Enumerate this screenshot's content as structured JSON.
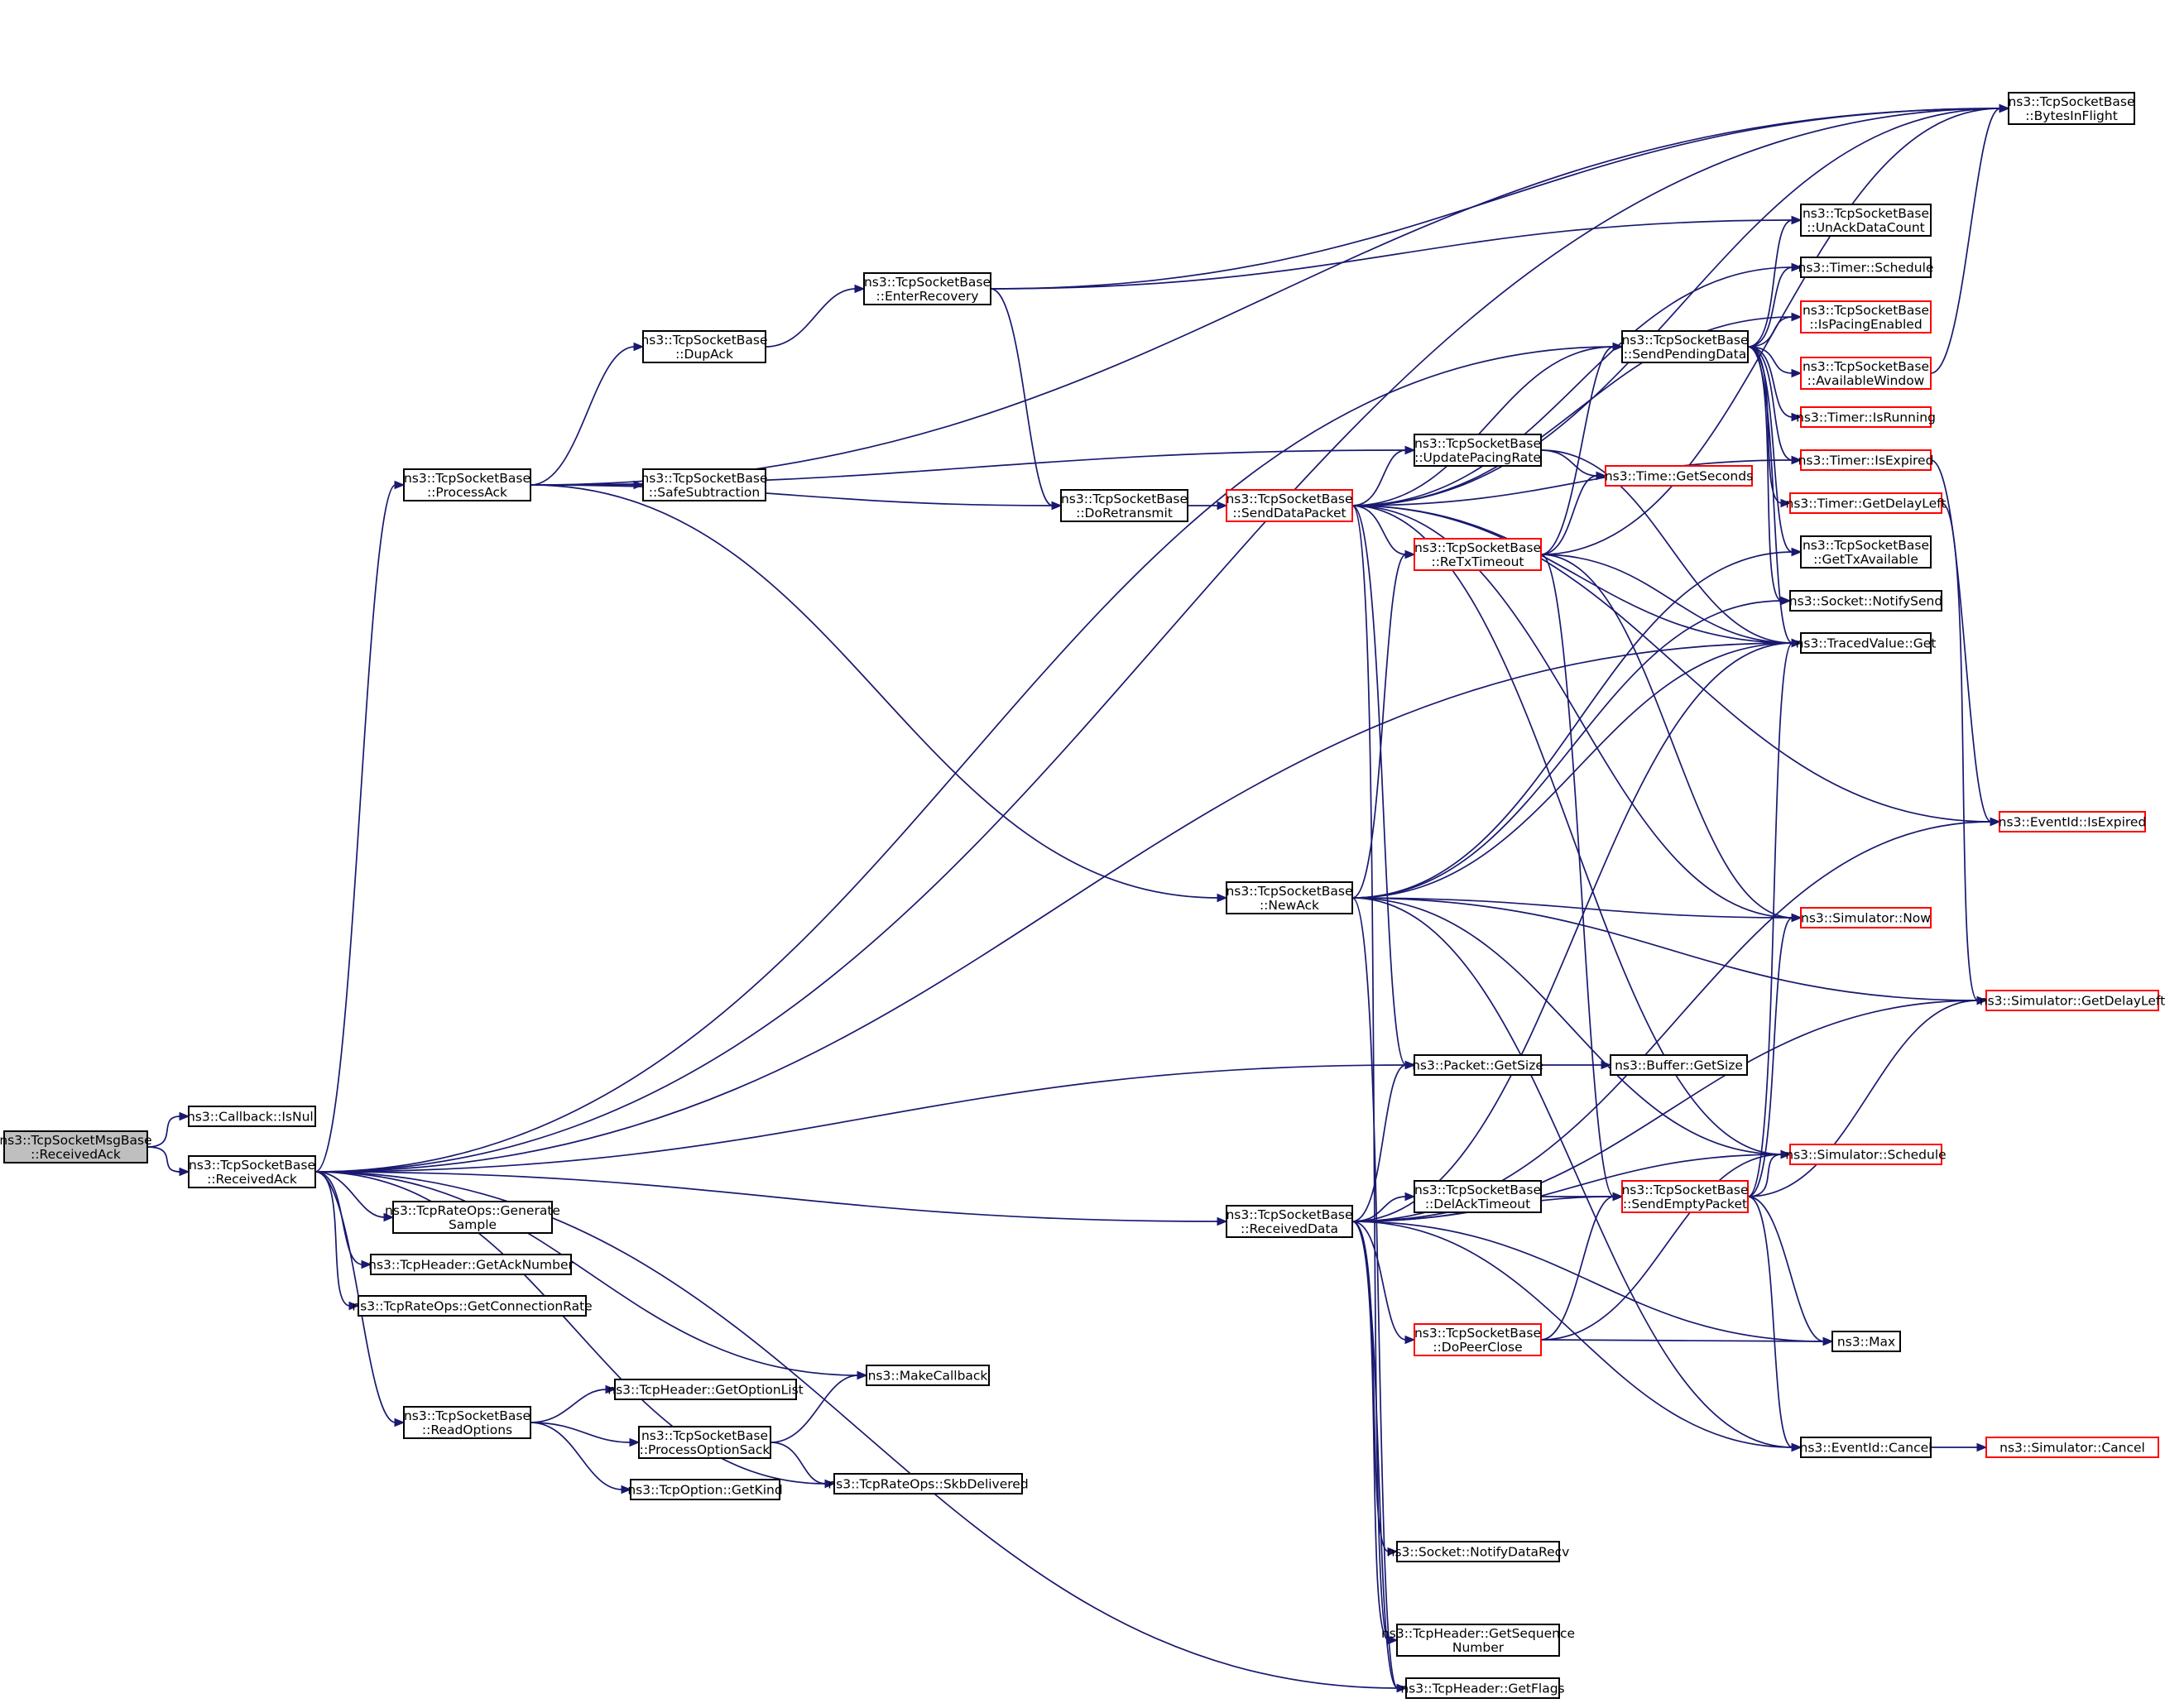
{
  "colors": {
    "edge": "#191970",
    "node_border_normal": "#000000",
    "node_border_truncated": "#ff0000",
    "root_fill": "#bfbfbf",
    "node_fill": "#ffffff"
  },
  "nodes": [
    {
      "id": "root",
      "lines": [
        "ns3::TcpSocketMsgBase",
        "::ReceivedAck"
      ],
      "style": "root"
    },
    {
      "id": "isnull",
      "lines": [
        "ns3::Callback::IsNull"
      ],
      "style": "normal"
    },
    {
      "id": "receivedack",
      "lines": [
        "ns3::TcpSocketBase",
        "::ReceivedAck"
      ],
      "style": "normal"
    },
    {
      "id": "processack",
      "lines": [
        "ns3::TcpSocketBase",
        "::ProcessAck"
      ],
      "style": "normal"
    },
    {
      "id": "dupack",
      "lines": [
        "ns3::TcpSocketBase",
        "::DupAck"
      ],
      "style": "normal"
    },
    {
      "id": "enterrecovery",
      "lines": [
        "ns3::TcpSocketBase",
        "::EnterRecovery"
      ],
      "style": "normal"
    },
    {
      "id": "safesub",
      "lines": [
        "ns3::TcpSocketBase",
        "::SafeSubtraction"
      ],
      "style": "normal"
    },
    {
      "id": "doretransmit",
      "lines": [
        "ns3::TcpSocketBase",
        "::DoRetransmit"
      ],
      "style": "normal"
    },
    {
      "id": "senddatapacket",
      "lines": [
        "ns3::TcpSocketBase",
        "::SendDataPacket"
      ],
      "style": "truncated"
    },
    {
      "id": "sendpending",
      "lines": [
        "ns3::TcpSocketBase",
        "::SendPendingData"
      ],
      "style": "normal"
    },
    {
      "id": "updatepacing",
      "lines": [
        "ns3::TcpSocketBase",
        "::UpdatePacingRate"
      ],
      "style": "normal"
    },
    {
      "id": "timegetseconds",
      "lines": [
        "ns3::Time::GetSeconds"
      ],
      "style": "truncated"
    },
    {
      "id": "retxtimeout",
      "lines": [
        "ns3::TcpSocketBase",
        "::ReTxTimeout"
      ],
      "style": "truncated"
    },
    {
      "id": "bytesinflight",
      "lines": [
        "ns3::TcpSocketBase",
        "::BytesInFlight"
      ],
      "style": "normal"
    },
    {
      "id": "unackdata",
      "lines": [
        "ns3::TcpSocketBase",
        "::UnAckDataCount"
      ],
      "style": "normal"
    },
    {
      "id": "timerschedule",
      "lines": [
        "ns3::Timer::Schedule"
      ],
      "style": "normal"
    },
    {
      "id": "ispacing",
      "lines": [
        "ns3::TcpSocketBase",
        "::IsPacingEnabled"
      ],
      "style": "truncated"
    },
    {
      "id": "availwindow",
      "lines": [
        "ns3::TcpSocketBase",
        "::AvailableWindow"
      ],
      "style": "truncated"
    },
    {
      "id": "timerisrunning",
      "lines": [
        "ns3::Timer::IsRunning"
      ],
      "style": "truncated"
    },
    {
      "id": "timerisexpired",
      "lines": [
        "ns3::Timer::IsExpired"
      ],
      "style": "truncated"
    },
    {
      "id": "timergetdelay",
      "lines": [
        "ns3::Timer::GetDelayLeft"
      ],
      "style": "truncated"
    },
    {
      "id": "gettxavail",
      "lines": [
        "ns3::TcpSocketBase",
        "::GetTxAvailable"
      ],
      "style": "normal"
    },
    {
      "id": "notifysend",
      "lines": [
        "ns3::Socket::NotifySend"
      ],
      "style": "normal"
    },
    {
      "id": "tracedget",
      "lines": [
        "ns3::TracedValue::Get"
      ],
      "style": "normal"
    },
    {
      "id": "eventisexpired",
      "lines": [
        "ns3::EventId::IsExpired"
      ],
      "style": "truncated"
    },
    {
      "id": "newack",
      "lines": [
        "ns3::TcpSocketBase",
        "::NewAck"
      ],
      "style": "normal"
    },
    {
      "id": "simnow",
      "lines": [
        "ns3::Simulator::Now"
      ],
      "style": "truncated"
    },
    {
      "id": "simgetdelay",
      "lines": [
        "ns3::Simulator::GetDelayLeft"
      ],
      "style": "truncated"
    },
    {
      "id": "packetgetsize",
      "lines": [
        "ns3::Packet::GetSize"
      ],
      "style": "normal"
    },
    {
      "id": "buffergetsize",
      "lines": [
        "ns3::Buffer::GetSize"
      ],
      "style": "normal"
    },
    {
      "id": "simschedule",
      "lines": [
        "ns3::Simulator::Schedule"
      ],
      "style": "truncated"
    },
    {
      "id": "receiveddata",
      "lines": [
        "ns3::TcpSocketBase",
        "::ReceivedData"
      ],
      "style": "normal"
    },
    {
      "id": "delacktimeout",
      "lines": [
        "ns3::TcpSocketBase",
        "::DelAckTimeout"
      ],
      "style": "normal"
    },
    {
      "id": "sendemptypacket",
      "lines": [
        "ns3::TcpSocketBase",
        "::SendEmptyPacket"
      ],
      "style": "truncated"
    },
    {
      "id": "dopeerclose",
      "lines": [
        "ns3::TcpSocketBase",
        "::DoPeerClose"
      ],
      "style": "truncated"
    },
    {
      "id": "max",
      "lines": [
        "ns3::Max"
      ],
      "style": "normal"
    },
    {
      "id": "eventcancel",
      "lines": [
        "ns3::EventId::Cancel"
      ],
      "style": "normal"
    },
    {
      "id": "simcancel",
      "lines": [
        "ns3::Simulator::Cancel"
      ],
      "style": "truncated"
    },
    {
      "id": "notifydatarecv",
      "lines": [
        "ns3::Socket::NotifyDataRecv"
      ],
      "style": "normal"
    },
    {
      "id": "getseqnum",
      "lines": [
        "ns3::TcpHeader::GetSequence",
        "Number"
      ],
      "style": "normal"
    },
    {
      "id": "getflags",
      "lines": [
        "ns3::TcpHeader::GetFlags"
      ],
      "style": "normal"
    },
    {
      "id": "gensample",
      "lines": [
        "ns3::TcpRateOps::Generate",
        "Sample"
      ],
      "style": "normal"
    },
    {
      "id": "getacknum",
      "lines": [
        "ns3::TcpHeader::GetAckNumber"
      ],
      "style": "normal"
    },
    {
      "id": "getconnrate",
      "lines": [
        "ns3::TcpRateOps::GetConnectionRate"
      ],
      "style": "normal"
    },
    {
      "id": "makecallback",
      "lines": [
        "ns3::MakeCallback"
      ],
      "style": "normal"
    },
    {
      "id": "readoptions",
      "lines": [
        "ns3::TcpSocketBase",
        "::ReadOptions"
      ],
      "style": "normal"
    },
    {
      "id": "getoptionlist",
      "lines": [
        "ns3::TcpHeader::GetOptionList"
      ],
      "style": "normal"
    },
    {
      "id": "processoptsack",
      "lines": [
        "ns3::TcpSocketBase",
        "::ProcessOptionSack"
      ],
      "style": "normal"
    },
    {
      "id": "getkind",
      "lines": [
        "ns3::TcpOption::GetKind"
      ],
      "style": "normal"
    },
    {
      "id": "skbdelivered",
      "lines": [
        "ns3::TcpRateOps::SkbDelivered"
      ],
      "style": "normal"
    }
  ],
  "edges": [
    [
      "root",
      "isnull"
    ],
    [
      "root",
      "receivedack"
    ],
    [
      "receivedack",
      "bytesinflight"
    ],
    [
      "receivedack",
      "sendpending"
    ],
    [
      "receivedack",
      "processack"
    ],
    [
      "receivedack",
      "tracedget"
    ],
    [
      "receivedack",
      "packetgetsize"
    ],
    [
      "receivedack",
      "receiveddata"
    ],
    [
      "receivedack",
      "gensample"
    ],
    [
      "receivedack",
      "getacknum"
    ],
    [
      "receivedack",
      "getconnrate"
    ],
    [
      "receivedack",
      "makecallback"
    ],
    [
      "receivedack",
      "readoptions"
    ],
    [
      "receivedack",
      "skbdelivered"
    ],
    [
      "receivedack",
      "getflags"
    ],
    [
      "processack",
      "dupack"
    ],
    [
      "processack",
      "bytesinflight"
    ],
    [
      "processack",
      "updatepacing"
    ],
    [
      "processack",
      "safesub"
    ],
    [
      "processack",
      "doretransmit"
    ],
    [
      "processack",
      "newack"
    ],
    [
      "dupack",
      "enterrecovery"
    ],
    [
      "enterrecovery",
      "bytesinflight"
    ],
    [
      "enterrecovery",
      "unackdata"
    ],
    [
      "enterrecovery",
      "doretransmit"
    ],
    [
      "doretransmit",
      "senddatapacket"
    ],
    [
      "senddatapacket",
      "bytesinflight"
    ],
    [
      "senddatapacket",
      "timerschedule"
    ],
    [
      "senddatapacket",
      "ispacing"
    ],
    [
      "senddatapacket",
      "sendpending"
    ],
    [
      "senddatapacket",
      "timerisexpired"
    ],
    [
      "senddatapacket",
      "updatepacing"
    ],
    [
      "senddatapacket",
      "retxtimeout"
    ],
    [
      "senddatapacket",
      "tracedget"
    ],
    [
      "senddatapacket",
      "eventisexpired"
    ],
    [
      "senddatapacket",
      "simnow"
    ],
    [
      "senddatapacket",
      "packetgetsize"
    ],
    [
      "senddatapacket",
      "simschedule"
    ],
    [
      "senddatapacket",
      "getseqnum"
    ],
    [
      "sendpending",
      "unackdata"
    ],
    [
      "sendpending",
      "timerschedule"
    ],
    [
      "sendpending",
      "ispacing"
    ],
    [
      "sendpending",
      "availwindow"
    ],
    [
      "sendpending",
      "timerisrunning"
    ],
    [
      "sendpending",
      "timerisexpired"
    ],
    [
      "sendpending",
      "timergetdelay"
    ],
    [
      "sendpending",
      "gettxavail"
    ],
    [
      "sendpending",
      "notifysend"
    ],
    [
      "sendpending",
      "tracedget"
    ],
    [
      "updatepacing",
      "timegetseconds"
    ],
    [
      "updatepacing",
      "tracedget"
    ],
    [
      "retxtimeout",
      "bytesinflight"
    ],
    [
      "retxtimeout",
      "sendpending"
    ],
    [
      "retxtimeout",
      "timegetseconds"
    ],
    [
      "retxtimeout",
      "tracedget"
    ],
    [
      "retxtimeout",
      "simnow"
    ],
    [
      "retxtimeout",
      "sendemptypacket"
    ],
    [
      "availwindow",
      "bytesinflight"
    ],
    [
      "timerisexpired",
      "eventisexpired"
    ],
    [
      "timergetdelay",
      "simgetdelay"
    ],
    [
      "newack",
      "retxtimeout"
    ],
    [
      "newack",
      "gettxavail"
    ],
    [
      "newack",
      "notifysend"
    ],
    [
      "newack",
      "tracedget"
    ],
    [
      "newack",
      "simnow"
    ],
    [
      "newack",
      "simgetdelay"
    ],
    [
      "newack",
      "simschedule"
    ],
    [
      "newack",
      "eventcancel"
    ],
    [
      "newack",
      "getflags"
    ],
    [
      "packetgetsize",
      "buffergetsize"
    ],
    [
      "receiveddata",
      "packetgetsize"
    ],
    [
      "receiveddata",
      "tracedget"
    ],
    [
      "receiveddata",
      "eventisexpired"
    ],
    [
      "receiveddata",
      "delacktimeout"
    ],
    [
      "receiveddata",
      "sendemptypacket"
    ],
    [
      "receiveddata",
      "simschedule"
    ],
    [
      "receiveddata",
      "dopeerclose"
    ],
    [
      "receiveddata",
      "max"
    ],
    [
      "receiveddata",
      "eventcancel"
    ],
    [
      "receiveddata",
      "simgetdelay"
    ],
    [
      "receiveddata",
      "notifydatarecv"
    ],
    [
      "receiveddata",
      "getseqnum"
    ],
    [
      "receiveddata",
      "getflags"
    ],
    [
      "delacktimeout",
      "sendemptypacket"
    ],
    [
      "sendemptypacket",
      "simschedule"
    ],
    [
      "sendemptypacket",
      "simnow"
    ],
    [
      "sendemptypacket",
      "tracedget"
    ],
    [
      "sendemptypacket",
      "simgetdelay"
    ],
    [
      "sendemptypacket",
      "max"
    ],
    [
      "sendemptypacket",
      "eventcancel"
    ],
    [
      "dopeerclose",
      "sendemptypacket"
    ],
    [
      "dopeerclose",
      "simschedule"
    ],
    [
      "dopeerclose",
      "max"
    ],
    [
      "eventcancel",
      "simcancel"
    ],
    [
      "readoptions",
      "getoptionlist"
    ],
    [
      "readoptions",
      "processoptsack"
    ],
    [
      "readoptions",
      "getkind"
    ],
    [
      "processoptsack",
      "makecallback"
    ],
    [
      "processoptsack",
      "skbdelivered"
    ]
  ]
}
